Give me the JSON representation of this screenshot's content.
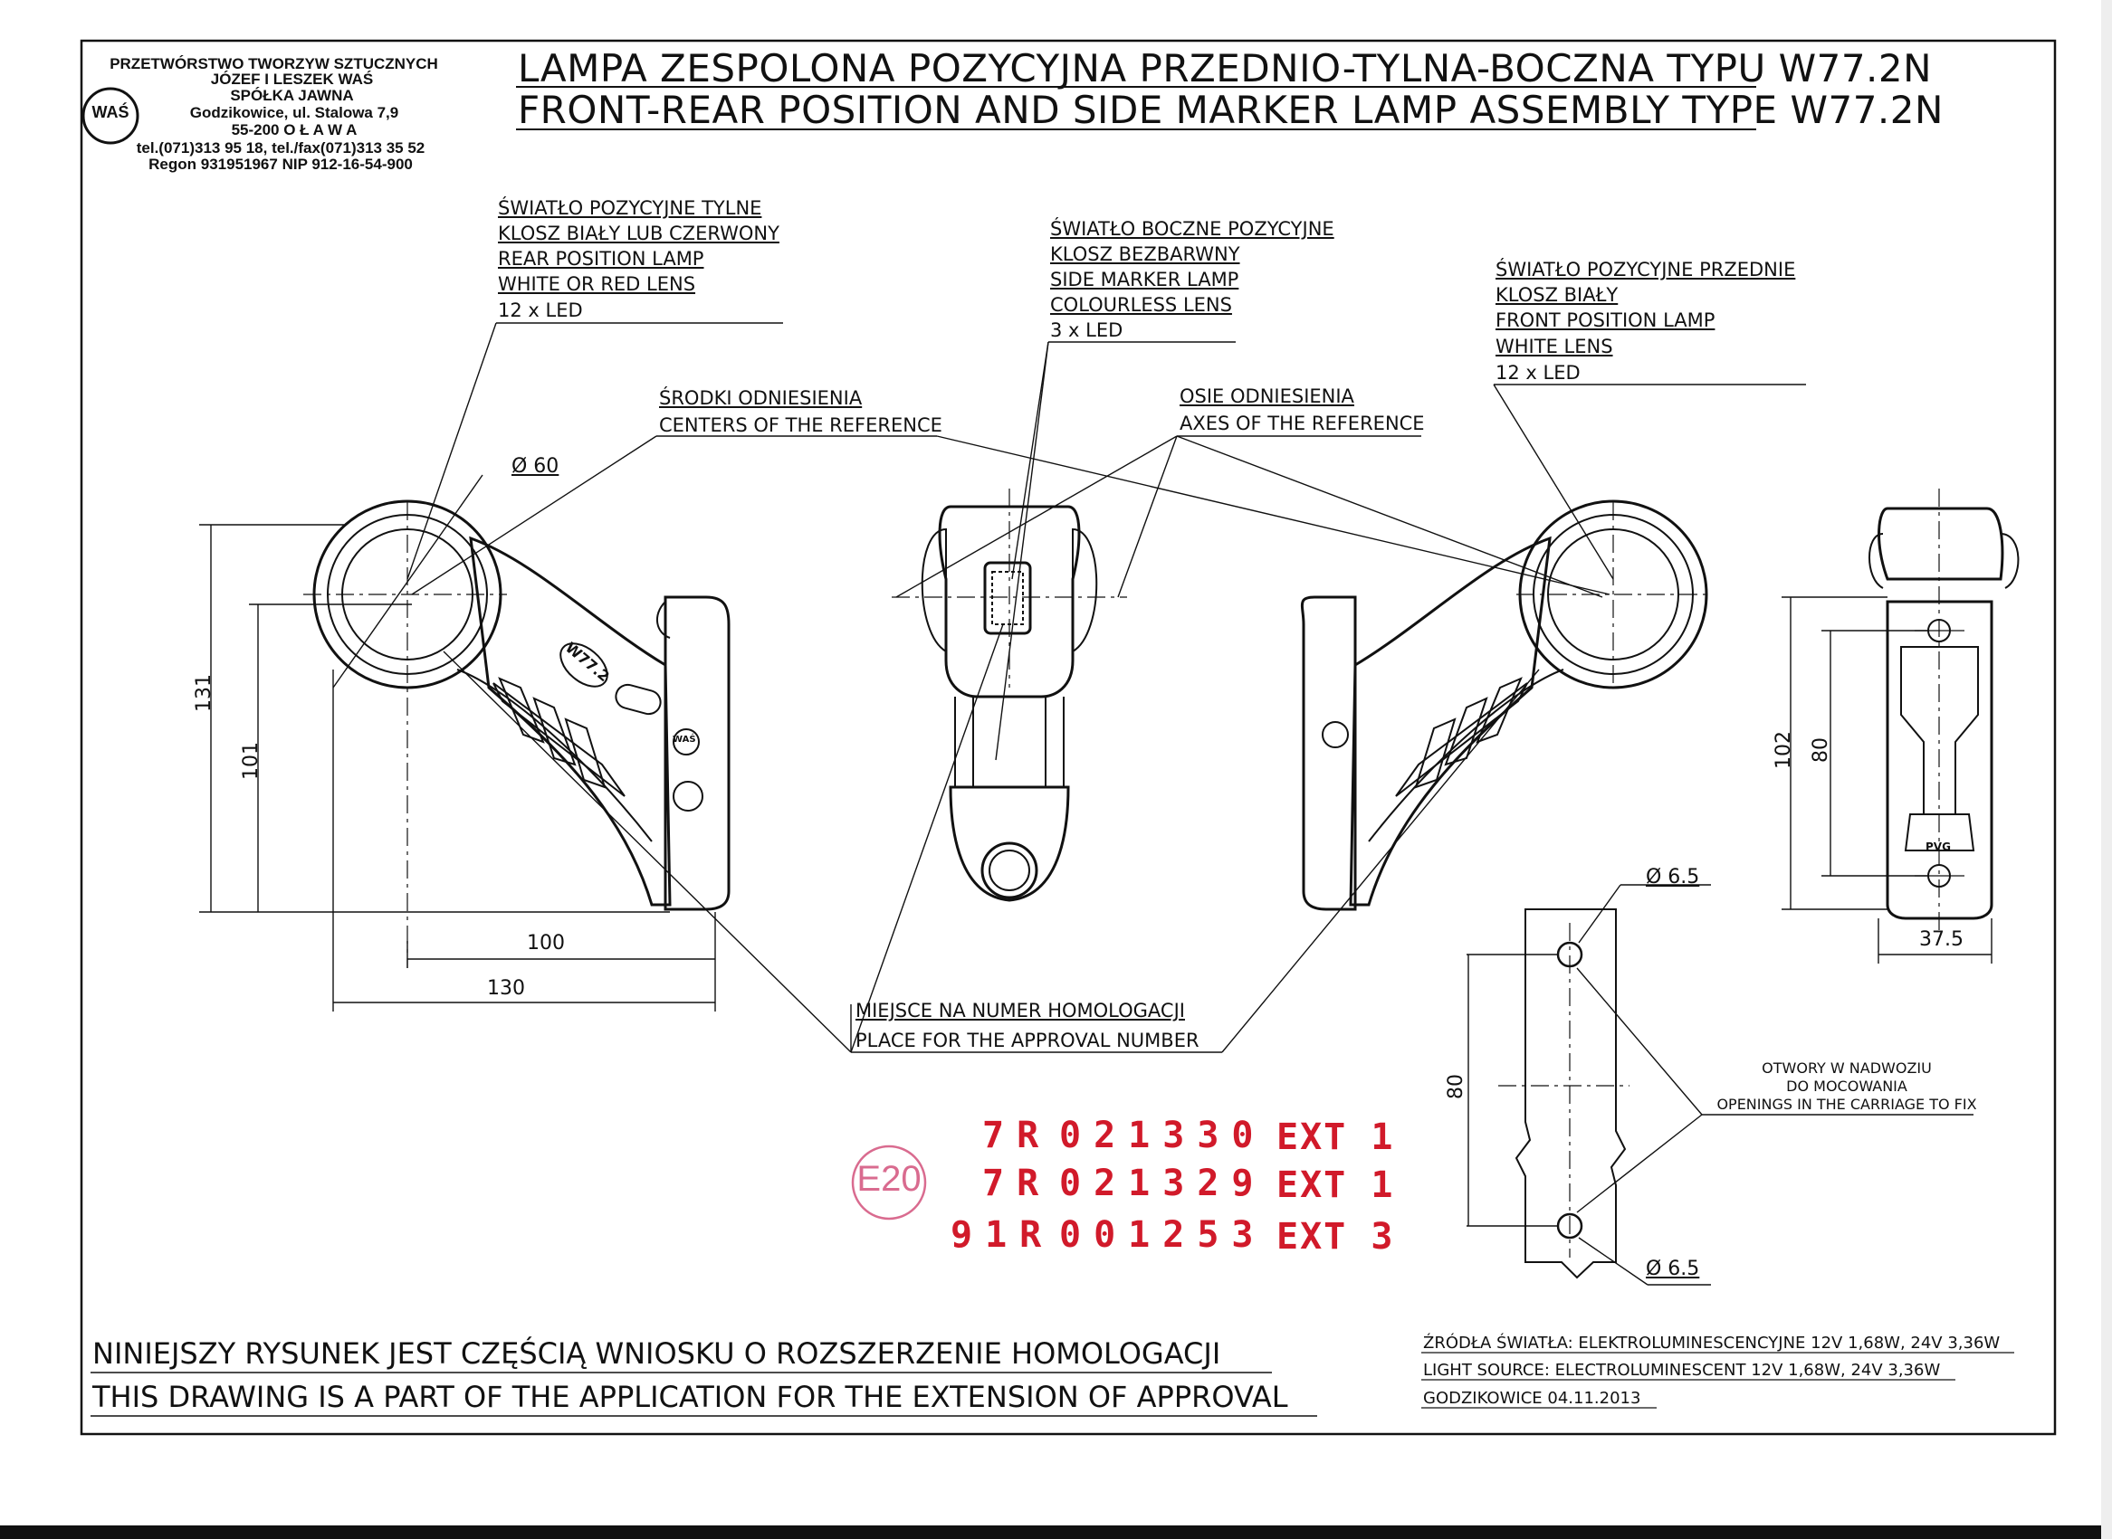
{
  "company": {
    "lines": [
      "PRZETWÓRSTWO TWORZYW SZTUCZNYCH",
      "JÓZEF I LESZEK WAŚ",
      "SPÓŁKA JAWNA",
      "Godzikowice, ul. Stalowa 7,9",
      "55-200  O Ł A W A",
      "tel.(071)313 95 18, tel./fax(071)313 35 52",
      "Regon 931951967 NIP 912-16-54-900"
    ],
    "logo": "WAŚ"
  },
  "title": {
    "pl": "LAMPA ZESPOLONA POZYCYJNA PRZEDNIO-TYLNA-BOCZNA TYPU W77.2N",
    "en": "FRONT-REAR POSITION AND SIDE MARKER LAMP ASSEMBLY TYPE W77.2N"
  },
  "callouts": {
    "rear": [
      "ŚWIATŁO POZYCYJNE TYLNE",
      "KLOSZ BIAŁY LUB CZERWONY",
      "REAR POSITION LAMP",
      "WHITE OR RED LENS",
      "12 x LED"
    ],
    "side": [
      "ŚWIATŁO BOCZNE POZYCYJNE",
      "KLOSZ BEZBARWNY",
      "SIDE MARKER LAMP",
      "COLOURLESS LENS",
      "3 x LED"
    ],
    "front": [
      "ŚWIATŁO POZYCYJNE PRZEDNIE",
      "KLOSZ BIAŁY",
      "FRONT POSITION LAMP",
      "WHITE LENS",
      "12 x LED"
    ],
    "centers": [
      "ŚRODKI ODNIESIENIA",
      "CENTERS OF THE REFERENCE"
    ],
    "axes": [
      "OSIE ODNIESIENIA",
      "AXES OF THE REFERENCE"
    ],
    "approval": [
      "MIEJSCE NA NUMER HOMOLOGACJI",
      "PLACE FOR THE APPROVAL NUMBER"
    ],
    "openings": [
      "OTWORY W NADWOZIU",
      "DO MOCOWANIA",
      "OPENINGS IN THE CARRIAGE TO FIX"
    ]
  },
  "dimensions": {
    "dia60": "Ø 60",
    "d131": "131",
    "d101": "101",
    "d100": "100",
    "d130": "130",
    "d102": "102",
    "d80": "80",
    "d37_5": "37.5",
    "hole_top": "Ø 6.5",
    "hole_bottom": "Ø 6.5",
    "hole_spacing": "80"
  },
  "body_marks": {
    "model": "W77.2",
    "brand_small": "WAŚ",
    "pvc": "PVG"
  },
  "approval": {
    "emark": "E20",
    "rows": [
      {
        "code": "7R",
        "number": "021330",
        "ext": "EXT 1"
      },
      {
        "code": "7R",
        "number": "021329",
        "ext": "EXT 1"
      },
      {
        "code": "91R",
        "number": "001253",
        "ext": "EXT 3"
      }
    ]
  },
  "footer": {
    "pl": "NINIEJSZY RYSUNEK JEST CZĘŚCIĄ WNIOSKU O  ROZSZERZENIE  HOMOLOGACJI",
    "en": "THIS DRAWING IS A PART OF THE APPLICATION FOR THE EXTENSION OF APPROVAL",
    "source_pl": "ŹRÓDŁA ŚWIATŁA: ELEKTROLUMINESCENCYJNE  12V  1,68W, 24V  3,36W",
    "source_en": "LIGHT SOURCE: ELECTROLUMINESCENT  12V  1,68W, 24V  3,36W",
    "date": "GODZIKOWICE 04.11.2013"
  },
  "colors": {
    "stamp": "#d11a2a",
    "emark": "#d96b8f",
    "ink": "#111111"
  }
}
